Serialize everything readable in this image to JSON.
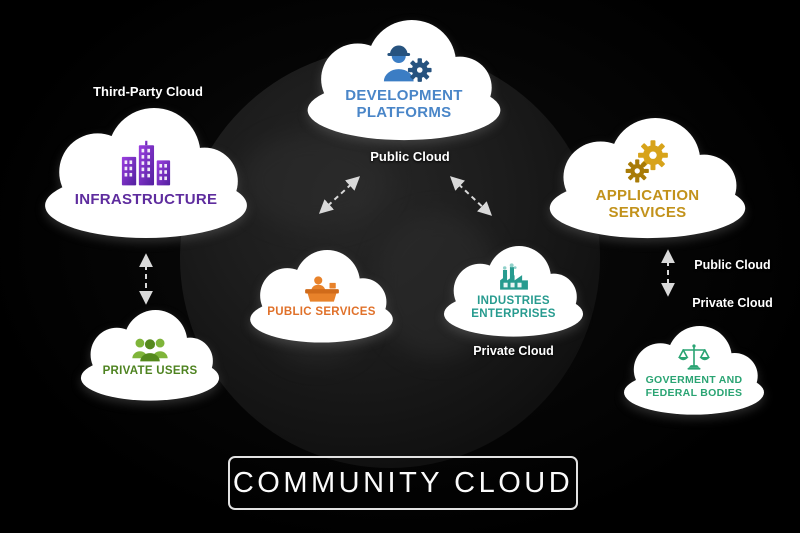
{
  "title": "COMMUNITY CLOUD",
  "colors": {
    "background": "#000000",
    "globe": "#1e1e1e",
    "cloud_fill": "#ffffff",
    "arrow": "#d9d9d9",
    "annotation_text": "#ffffff",
    "title_text": "#fbfbfb",
    "title_border": "#e2e2e2"
  },
  "annotations": {
    "third_party_cloud": "Third-Party Cloud",
    "public_cloud_top": "Public Cloud",
    "public_cloud_right": "Public Cloud",
    "private_cloud_right": "Private Cloud",
    "private_cloud_industries": "Private Cloud"
  },
  "clouds": {
    "development_platforms": {
      "line1": "DEVELOPMENT",
      "line2": "PLATFORMS",
      "color": "#4a86c8",
      "icon": "engineer-gear-icon"
    },
    "infrastructure": {
      "line1": "INFRASTRUCTURE",
      "color": "#5e2c9e",
      "icon": "city-buildings-icon"
    },
    "application_services": {
      "line1": "APPLICATION",
      "line2": "SERVICES",
      "color": "#c2921b",
      "icon": "double-gears-icon"
    },
    "public_services": {
      "line1": "PUBLIC SERVICES",
      "color": "#e0712a",
      "icon": "reception-desk-icon"
    },
    "industries_enterprises": {
      "line1": "INDUSTRIES",
      "line2": "ENTERPRISES",
      "color": "#279b8f",
      "icon": "factory-icon"
    },
    "private_users": {
      "line1": "PRIVATE USERS",
      "color": "#4e8320",
      "icon": "user-group-icon"
    },
    "government_federal_bodies": {
      "line1": "GOVERMENT AND",
      "line2": "FEDERAL BODIES",
      "color": "#2aa473",
      "icon": "justice-scales-icon"
    }
  }
}
